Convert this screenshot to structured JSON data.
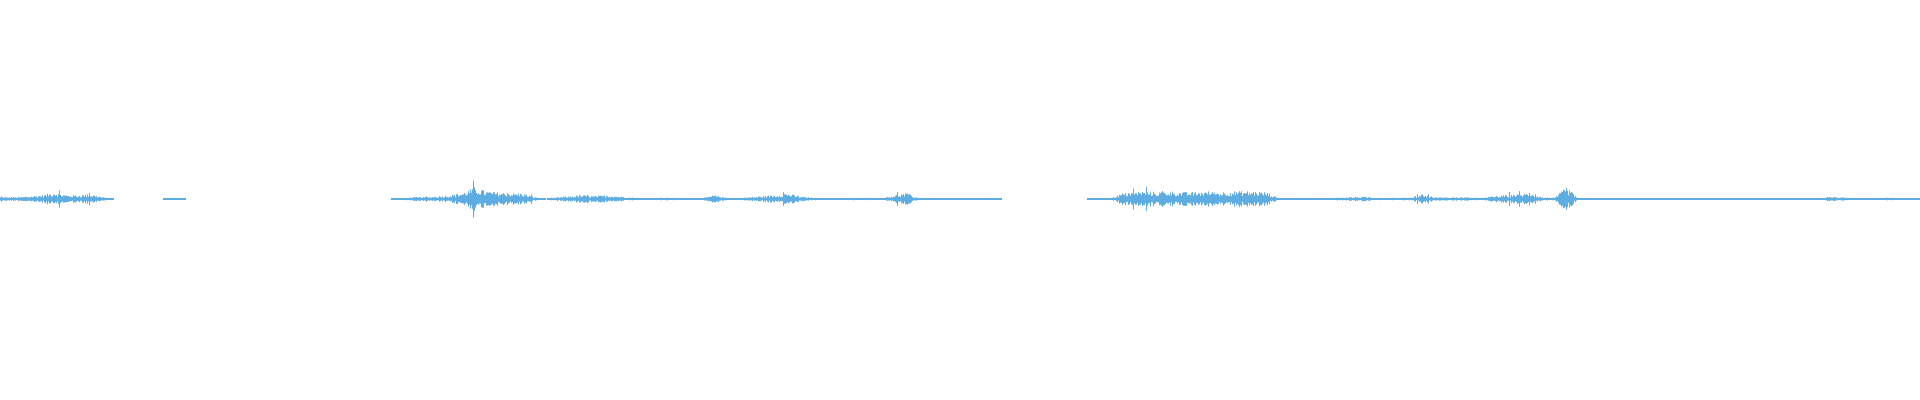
{
  "chart_data": {
    "type": "area",
    "title": "",
    "xlabel": "",
    "ylabel": "",
    "ylim": [
      -1,
      1
    ],
    "grid": false,
    "legend": "none",
    "color": "#5dade2",
    "series": [
      {
        "envelope_amplitude": [
          0.01,
          0.01,
          0.015,
          0.02,
          0.035,
          0.02,
          0.02,
          0.025,
          0.01,
          0,
          0,
          0,
          0,
          0,
          0.003,
          0,
          0,
          0,
          0,
          0,
          0,
          0,
          0,
          0,
          0,
          0,
          0,
          0,
          0,
          0,
          0,
          0,
          0,
          0.005,
          0.01,
          0.01,
          0.015,
          0.02,
          0.03,
          0.06,
          0.04,
          0.035,
          0.03,
          0.03,
          0.01,
          0,
          0.01,
          0.015,
          0.02,
          0.015,
          0.02,
          0.015,
          0.008,
          0.005,
          0.005,
          0.008,
          0.005,
          0.004,
          0.004,
          0.02,
          0.006,
          0.006,
          0.01,
          0.015,
          0.02,
          0.03,
          0.015,
          0.008,
          0.004,
          0.004,
          0.004,
          0.006,
          0.006,
          0.004,
          0.02,
          0.03,
          0.005,
          0.003,
          0.003,
          0.003,
          0.003,
          0.003,
          0.002,
          0,
          0,
          0,
          0,
          0,
          0,
          0,
          0,
          0.002,
          0.003,
          0.03,
          0.035,
          0.04,
          0.035,
          0.04,
          0.035,
          0.035,
          0.04,
          0.035,
          0.04,
          0.04,
          0.04,
          0.035,
          0.005,
          0.005,
          0.005,
          0.004,
          0.004,
          0.008,
          0.01,
          0.012,
          0.006,
          0.004,
          0.005,
          0.008,
          0.025,
          0.01,
          0.008,
          0.01,
          0.008,
          0.005,
          0.015,
          0.02,
          0.025,
          0.03,
          0.008,
          0.006,
          0.06,
          0.004,
          0.002,
          0.002,
          0.002,
          0.002,
          0.002,
          0.002,
          0.002,
          0.002,
          0.002,
          0.001,
          0.001,
          0.003,
          0.003,
          0.003,
          0.003,
          0.003,
          0.003,
          0.003,
          0.003,
          0.005,
          0.01,
          0.01,
          0.004,
          0.003,
          0.004,
          0.008,
          0.004,
          0.005
        ]
      }
    ]
  }
}
